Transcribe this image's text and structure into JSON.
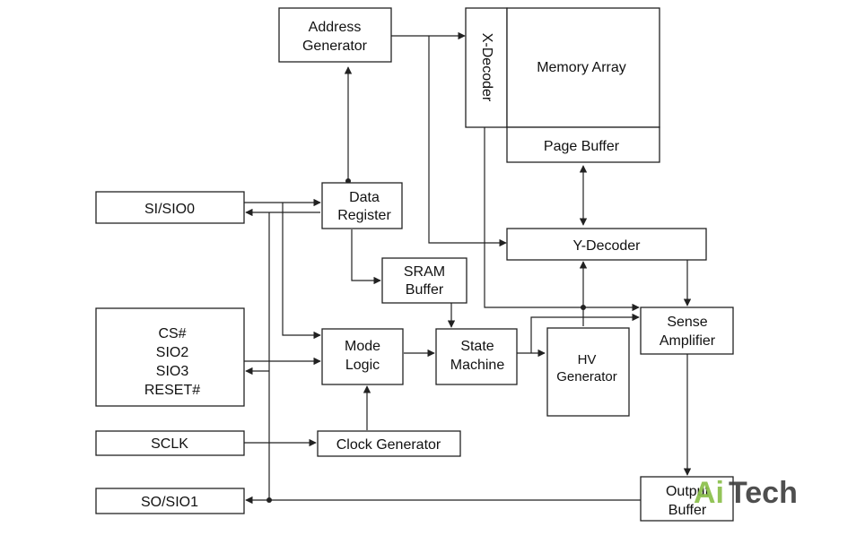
{
  "diagram": {
    "blocks": {
      "address_generator": [
        "Address",
        "Generator"
      ],
      "x_decoder": "X-Decoder",
      "memory_array": "Memory Array",
      "page_buffer": "Page Buffer",
      "si_sio0": "SI/SIO0",
      "data_register": [
        "Data",
        "Register"
      ],
      "y_decoder": "Y-Decoder",
      "sram_buffer": [
        "SRAM",
        "Buffer"
      ],
      "sense_amplifier": [
        "Sense",
        "Amplifier"
      ],
      "control_pins": [
        "CS#",
        "SIO2",
        "SIO3",
        "RESET#"
      ],
      "mode_logic": [
        "Mode",
        "Logic"
      ],
      "state_machine": [
        "State",
        "Machine"
      ],
      "hv_generator": [
        "HV",
        "Generator"
      ],
      "sclk": "SCLK",
      "clock_generator": "Clock Generator",
      "so_sio1": "SO/SIO1",
      "output_buffer": [
        "Output",
        "Buffer"
      ]
    },
    "watermark": {
      "part1": "Ai",
      "part2": "Tech"
    }
  }
}
